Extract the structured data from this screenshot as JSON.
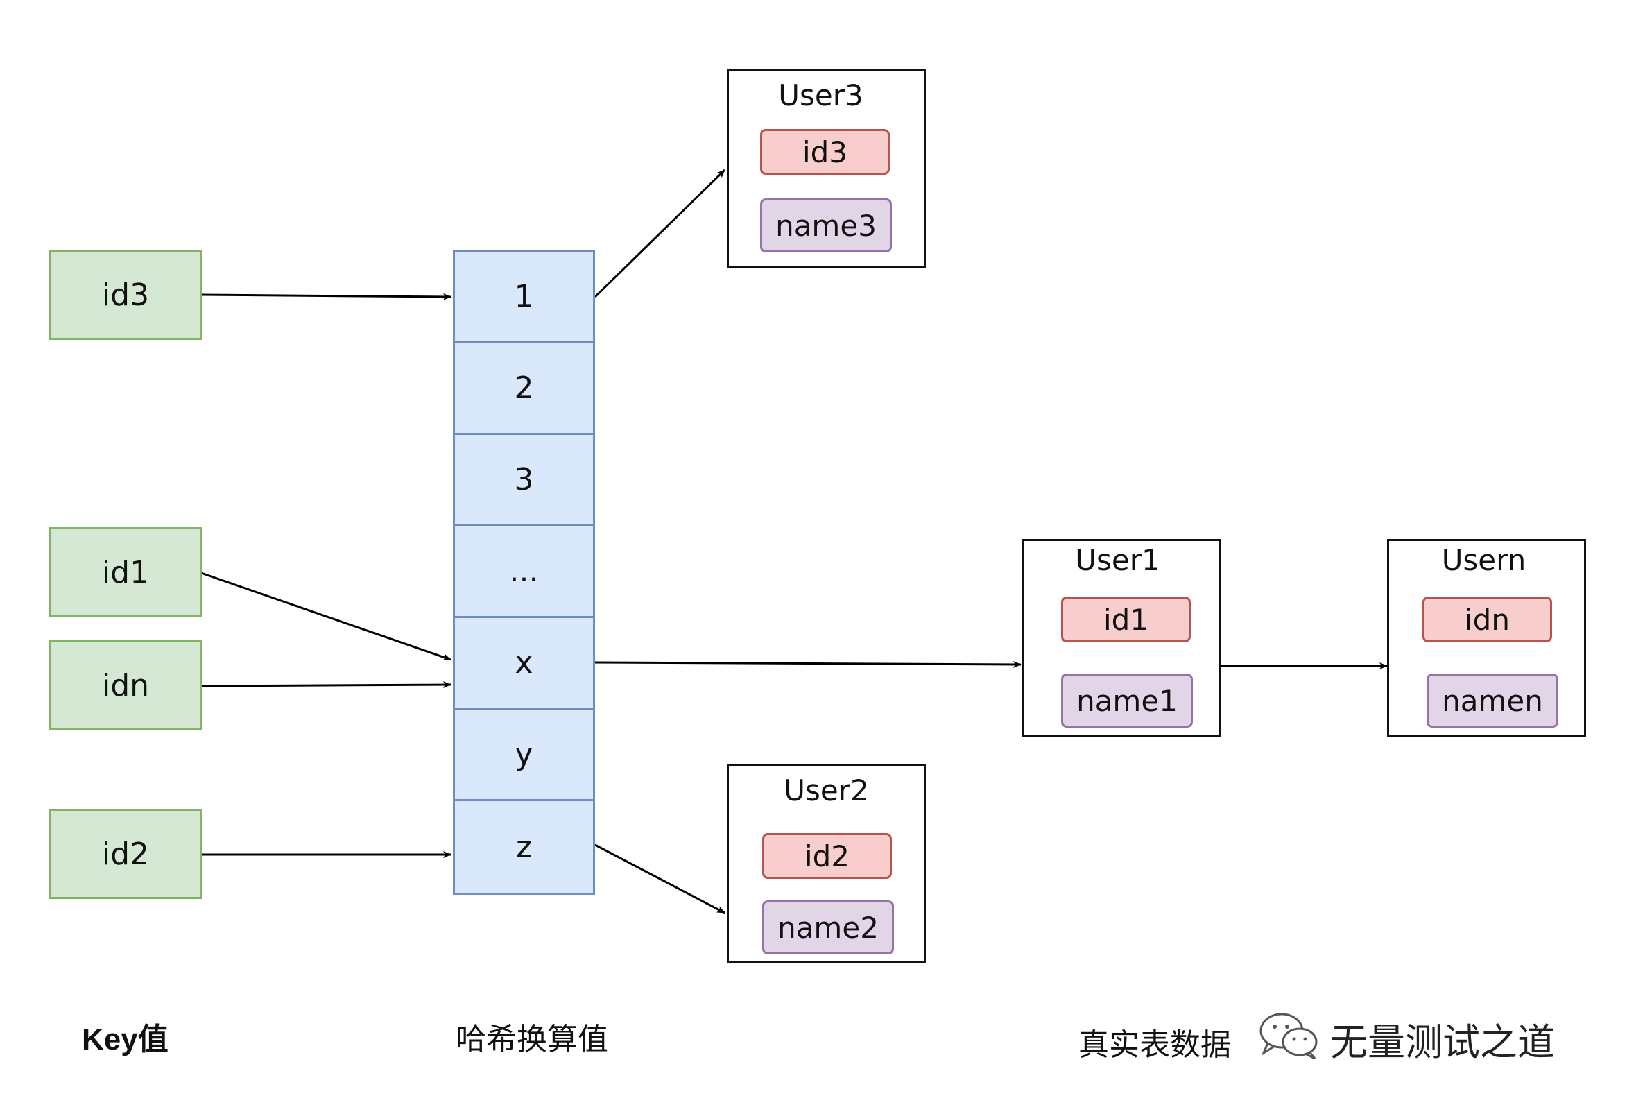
{
  "keys": [
    {
      "id": "key-id3",
      "label": "id3"
    },
    {
      "id": "key-id1",
      "label": "id1"
    },
    {
      "id": "key-idn",
      "label": "idn"
    },
    {
      "id": "key-id2",
      "label": "id2"
    }
  ],
  "hash_table": {
    "cells": [
      "1",
      "2",
      "3",
      "...",
      "x",
      "y",
      "z"
    ]
  },
  "users": {
    "user3": {
      "title": "User3",
      "id": "id3",
      "name": "name3"
    },
    "user2": {
      "title": "User2",
      "id": "id2",
      "name": "name2"
    },
    "user1": {
      "title": "User1",
      "id": "id1",
      "name": "name1"
    },
    "usern": {
      "title": "Usern",
      "id": "idn",
      "name": "namen"
    }
  },
  "labels": {
    "key_value": "Key值",
    "hash_value": "哈希换算值",
    "real_data": "真实表数据",
    "watermark": "无量测试之道"
  },
  "colors": {
    "key_fill": "#d5e8d4",
    "key_border": "#82b366",
    "hash_fill": "#dae8fc",
    "hash_border": "#6c8ebf",
    "id_fill": "#f8cecc",
    "id_border": "#b85450",
    "name_fill": "#e1d5e7",
    "name_border": "#9673a6"
  }
}
